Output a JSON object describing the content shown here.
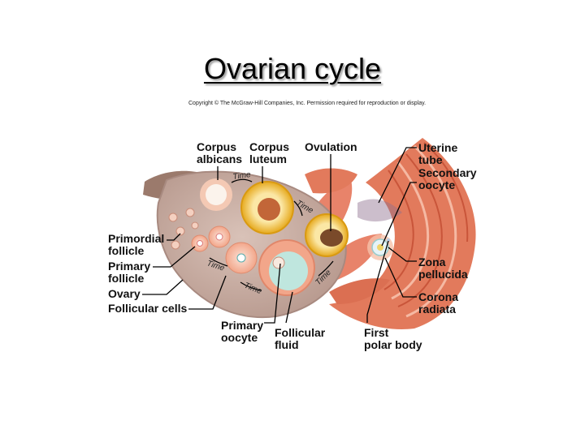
{
  "slide": {
    "title": "Ovarian cycle",
    "copyright": "Copyright © The McGraw-Hill Companies, Inc. Permission required for reproduction or display."
  },
  "labels": {
    "corpus_albicans": [
      "Corpus",
      "albicans"
    ],
    "corpus_luteum": [
      "Corpus",
      "luteum"
    ],
    "ovulation": [
      "Ovulation"
    ],
    "uterine_tube": [
      "Uterine",
      "tube"
    ],
    "secondary_oocyte": [
      "Secondary",
      "oocyte"
    ],
    "primordial_follicle": [
      "Primordial",
      "follicle"
    ],
    "primary_follicle": [
      "Primary",
      "follicle"
    ],
    "ovary": [
      "Ovary"
    ],
    "follicular_cells": [
      "Follicular cells"
    ],
    "zona_pellucida": [
      "Zona",
      "pellucida"
    ],
    "corona_radiata": [
      "Corona",
      "radiata"
    ],
    "primary_oocyte": [
      "Primary",
      "oocyte"
    ],
    "follicular_fluid": [
      "Follicular",
      "fluid"
    ],
    "first_polar_body": [
      "First",
      "polar body"
    ]
  },
  "time_label": "Time",
  "colors": {
    "ovary_fill": "#c8aea4",
    "ovary_edge": "#a88a80",
    "uterine_tube": "#e27a5c",
    "tube_dark": "#c9553a",
    "luteum_yellow": "#f3c233",
    "follicle_fluid": "#bfe6de"
  }
}
